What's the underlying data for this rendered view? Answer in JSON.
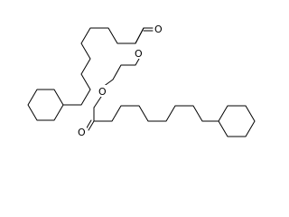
{
  "molecule": {
    "atoms": {
      "o_carbonyl_top": "O",
      "o_ester_top": "O",
      "o_ester_bottom": "O",
      "o_carbonyl_bottom": "O"
    }
  }
}
